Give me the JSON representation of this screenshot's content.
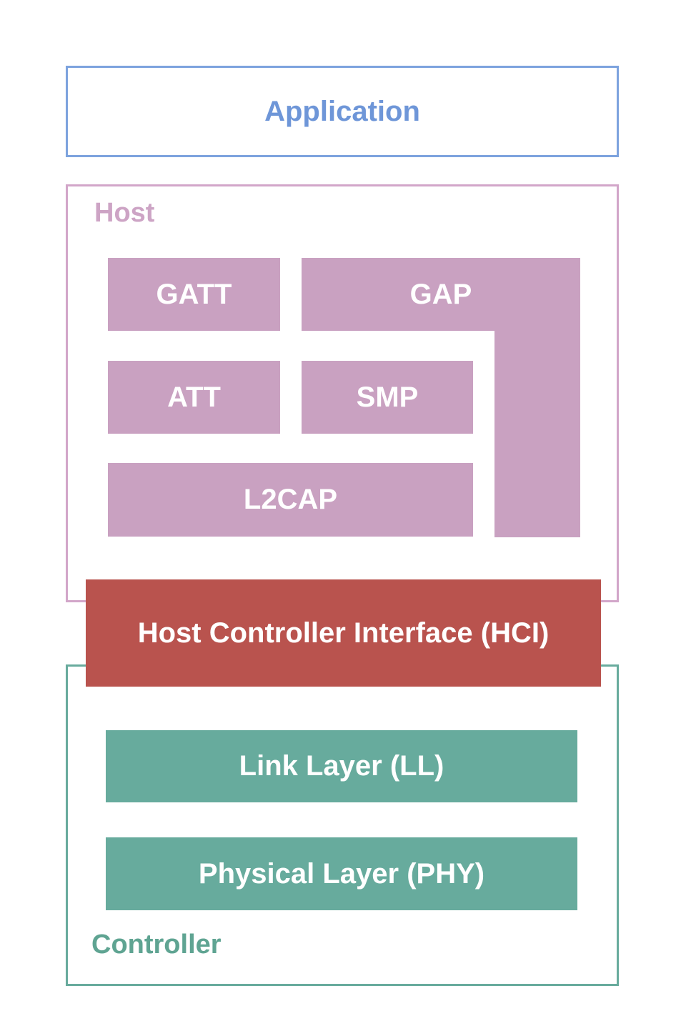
{
  "colors": {
    "application_border": "#7da3de",
    "application_text": "#6e96d8",
    "host_border": "#d2a6c9",
    "host_label_text": "#cda4c5",
    "host_box_fill": "#c9a1c1",
    "hci_fill": "#b9534e",
    "controller_border": "#68ab9d",
    "controller_box_fill": "#67ab9d",
    "controller_label_text": "#5fa492",
    "box_label_text": "#ffffff"
  },
  "diagram": {
    "application": {
      "label": "Application"
    },
    "host": {
      "label": "Host",
      "boxes": {
        "gatt": "GATT",
        "gap": "GAP",
        "att": "ATT",
        "smp": "SMP",
        "l2cap": "L2CAP"
      }
    },
    "hci": {
      "label": "Host Controller Interface (HCI)"
    },
    "controller": {
      "label": "Controller",
      "boxes": {
        "link_layer": "Link Layer (LL)",
        "physical_layer": "Physical Layer (PHY)"
      }
    }
  }
}
